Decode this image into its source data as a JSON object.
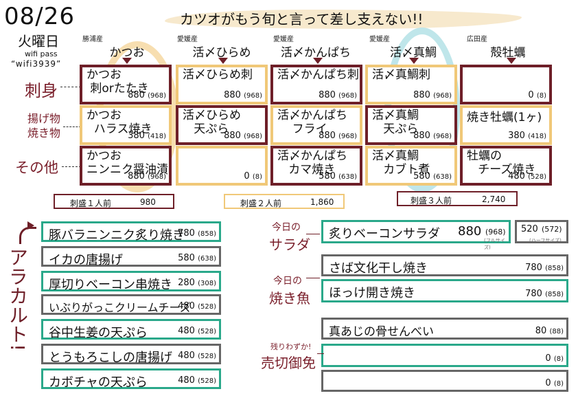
{
  "header": {
    "date": "08/26",
    "weekday": "火曜日",
    "wifi_label": "wifi pass",
    "wifi_pass": "“wifi3939”",
    "headline": "カツオがもう旬と言って差し支えない!!"
  },
  "columns": [
    {
      "origin": "勝浦産",
      "fish": "かつお"
    },
    {
      "origin": "愛媛産",
      "fish": "活〆ひらめ"
    },
    {
      "origin": "愛媛産",
      "fish": "活〆かんぱち"
    },
    {
      "origin": "愛媛産",
      "fish": "活〆真鯛"
    },
    {
      "origin": "広田産",
      "fish": "殻牡蠣"
    }
  ],
  "row_labels": [
    "刺身",
    "揚げ物\n焼き物",
    "その他"
  ],
  "grid": [
    [
      {
        "name": "かつお\n 刺orたたき",
        "price": "880",
        "tax": "(968)"
      },
      {
        "name": "活〆ひらめ刺",
        "price": "880",
        "tax": "(968)"
      },
      {
        "name": "活〆かんぱち刺",
        "price": "880",
        "tax": "(968)"
      },
      {
        "name": "活〆真鯛刺",
        "price": "880",
        "tax": "(968)"
      },
      {
        "name": "",
        "price": "0",
        "tax": "(8)"
      }
    ],
    [
      {
        "name": "かつお\n  ハラス焼き",
        "price": "380",
        "tax": "(418)"
      },
      {
        "name": "活〆ひらめ\n   天ぷら",
        "price": "880",
        "tax": "(968)"
      },
      {
        "name": "活〆かんぱち\n    フライ",
        "price": "880",
        "tax": "(968)"
      },
      {
        "name": "活〆真鯛\n   天ぷら",
        "price": "880",
        "tax": "(968)"
      },
      {
        "name": "焼き牡蠣(1ヶ)",
        "price": "380",
        "tax": "(418)"
      }
    ],
    [
      {
        "name": "かつお\nニンニク醤油漬",
        "price": "880",
        "tax": "(968)"
      },
      {
        "name": "",
        "price": "0",
        "tax": "(8)"
      },
      {
        "name": "活〆かんぱち\n   カマ焼き",
        "price": "580",
        "tax": "(638)"
      },
      {
        "name": "活〆真鯛\n   カブト煮",
        "price": "580",
        "tax": "(638)"
      },
      {
        "name": "牡蠣の\n   チーズ焼き",
        "price": "480",
        "tax": "(528)"
      }
    ]
  ],
  "combos": [
    {
      "label": "刺盛１人前",
      "price": "980"
    },
    {
      "label": "刺盛２人前",
      "price": "1,860"
    },
    {
      "label": "刺盛３人前",
      "price": "2,740"
    }
  ],
  "alacarte_label": "アラカルト!",
  "alacarte": [
    {
      "name": "豚バラニンニク炙り焼き",
      "price": "780",
      "tax": "(858)"
    },
    {
      "name": "イカの唐揚げ",
      "price": "580",
      "tax": "(638)"
    },
    {
      "name": "厚切りベーコン串焼き",
      "price": "280",
      "tax": "(308)"
    },
    {
      "name": "いぶりがっこクリームチーズ",
      "price": "480",
      "tax": "(528)"
    },
    {
      "name": "谷中生姜の天ぷら",
      "price": "480",
      "tax": "(528)"
    },
    {
      "name": "とうもろこしの唐揚げ",
      "price": "480",
      "tax": "(528)"
    },
    {
      "name": "カボチャの天ぷら",
      "price": "480",
      "tax": "(528)"
    }
  ],
  "salad": {
    "label_small": "今日の",
    "label_big": "サラダ",
    "name": "炙りベーコンサラダ",
    "price": "880",
    "tax": "(968)",
    "size1": "(フルサイズ)",
    "half_price": "520",
    "half_tax": "(572)",
    "size2": "(ハーフサイズ)"
  },
  "grilled": {
    "label_small": "今日の",
    "label_big": "焼き魚",
    "items": [
      {
        "name": "さば文化干し焼き",
        "price": "780",
        "tax": "(858)"
      },
      {
        "name": "ほっけ開き焼き",
        "price": "780",
        "tax": "(858)"
      }
    ]
  },
  "soldout": {
    "label_small": "残りわずか!",
    "label_big": "売切御免",
    "items": [
      {
        "name": "真あじの骨せんべい",
        "price": "80",
        "tax": "(88)"
      },
      {
        "name": "",
        "price": "0",
        "tax": "(8)"
      },
      {
        "name": "",
        "price": "0",
        "tax": "(8)"
      }
    ]
  },
  "colors": {
    "maroon": "#6e1f28",
    "yellow": "#f0c878",
    "teal": "#2aa88a",
    "brush": "#f3d9a8"
  }
}
